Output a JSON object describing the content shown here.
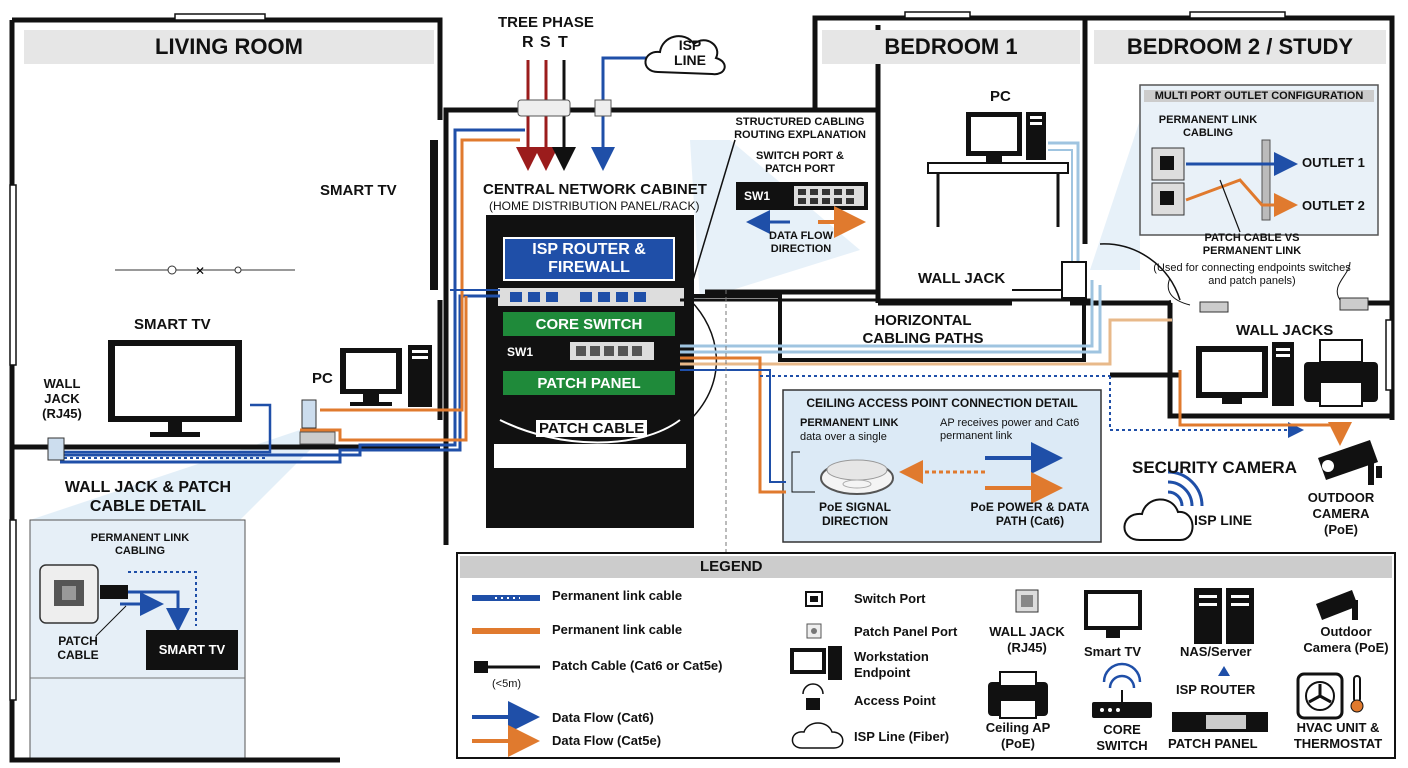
{
  "rooms": {
    "living_room": "LIVING ROOM",
    "bedroom1": "BEDROOM 1",
    "bedroom2": "BEDROOM 2 / STUDY"
  },
  "top": {
    "tree_phase": "TREE PHASE",
    "phase_r": "R",
    "phase_s": "S",
    "phase_t": "T",
    "isp_line_cloud": "ISP LINE"
  },
  "cabinet": {
    "title": "CENTRAL NETWORK CABINET",
    "subtitle": "(HOME DISTRIBUTION PANEL/RACK)",
    "router": "ISP ROUTER & FIREWALL",
    "core_switch": "CORE SWITCH",
    "sw1": "SW1",
    "patch_panel": "PATCH PANEL",
    "patch_cable": "PATCH CABLE"
  },
  "structured": {
    "title": "STRUCTURED CABLING ROUTING EXPLANATION",
    "subtitle": "SWITCH PORT & PATCH PORT",
    "sw1": "SW1",
    "flow": "DATA FLOW DIRECTION"
  },
  "living": {
    "smart_tv_wall": "SMART TV",
    "smart_tv": "SMART TV",
    "pc": "PC",
    "wall_jack": "WALL JACK (RJ45)",
    "detail_title": "WALL JACK & PATCH CABLE DETAIL",
    "detail_plc": "PERMANENT LINK CABLING",
    "detail_patch": "PATCH CABLE",
    "detail_tv": "SMART TV"
  },
  "bedroom1": {
    "pc": "PC",
    "wall_jack": "WALL JACK",
    "horizontal": "HORIZONTAL CABLING PATHS"
  },
  "bedroom2": {
    "multi_title": "MULTI PORT OUTLET CONFIGURATION",
    "plc": "PERMANENT LINK CABLING",
    "outlet1": "OUTLET 1",
    "outlet2": "OUTLET 2",
    "patch_vs": "PATCH CABLE VS PERMANENT LINK",
    "patch_vs_note": "(Used for connecting endpoints switches and patch panels)",
    "wall_jacks": "WALL JACKS"
  },
  "ceiling": {
    "title": "CEILING ACCESS POINT CONNECTION DETAIL",
    "pl_label": "PERMANENT LINK",
    "pl_desc": "data over a single",
    "ap_desc": "AP receives power and Cat6 permanent link",
    "poe_signal": "PoE SIGNAL DIRECTION",
    "poe_power": "PoE POWER & DATA PATH (Cat6)"
  },
  "outdoor": {
    "security": "SECURITY CAMERA",
    "isp_line": "ISP LINE",
    "camera": "OUTDOOR CAMERA (PoE)"
  },
  "legend": {
    "title": "LEGEND",
    "plc_blue": "Permanent link cable",
    "plc_orange": "Permanent link cable",
    "patch": "Patch Cable (Cat6 or Cat5e)",
    "patch_len": "(<5m)",
    "flow6": "Data Flow (Cat6)",
    "flow5e": "Data Flow (Cat5e)",
    "switch_port": "Switch Port",
    "patch_port": "Patch Panel Port",
    "workstation": "Workstation Endpoint",
    "ap": "Access Point",
    "isp_fiber": "ISP Line (Fiber)",
    "wall_jack": "WALL JACK (RJ45)",
    "smart_tv": "Smart TV",
    "nas": "NAS/Server",
    "isp_router": "ISP ROUTER",
    "outdoor_cam": "Outdoor Camera (PoE)",
    "ceiling_ap": "Ceiling AP (PoE)",
    "core_switch": "CORE SWITCH",
    "patch_panel": "PATCH PANEL",
    "hvac": "HVAC UNIT & THERMOSTAT"
  },
  "colors": {
    "blue": "#1f4fa8",
    "orange": "#e07a2e",
    "red": "#9b1c1c",
    "green": "#1f8a3a",
    "light_blue": "#d7e8f5"
  }
}
